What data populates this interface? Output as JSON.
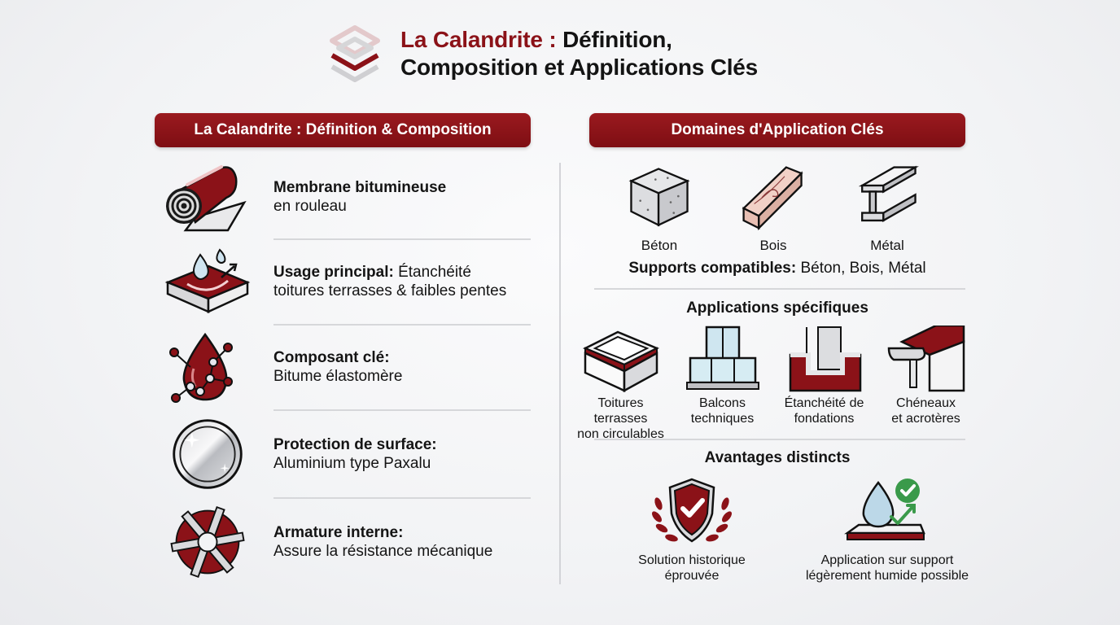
{
  "header": {
    "title_accent": "La Calandrite :",
    "title_rest_line1": " Définition,",
    "title_line2": "Composition et Applications Clés",
    "logo_icon": "stacked-layers-icon"
  },
  "colors": {
    "accent": "#8b1218",
    "background": "#f2f3f5",
    "divider": "#d3d4d8",
    "success": "#3a9a4a"
  },
  "left_section": {
    "title": "La Calandrite : Définition & Composition",
    "items": [
      {
        "icon": "membrane-roll-icon",
        "bold": "Membrane bitumineuse",
        "text": "en rouleau"
      },
      {
        "icon": "waterproof-roof-icon",
        "bold": "Usage principal:",
        "text_inline": " Étanchéité",
        "text": "toitures terrasses & faibles pentes"
      },
      {
        "icon": "bitumen-molecule-drop-icon",
        "bold": "Composant clé:",
        "text": "Bitume élastomère"
      },
      {
        "icon": "aluminium-disc-icon",
        "bold": "Protection de surface:",
        "text": "Aluminium type Paxalu"
      },
      {
        "icon": "woven-armature-gear-icon",
        "bold": "Armature interne:",
        "text": "Assure la résistance mécanique"
      }
    ]
  },
  "right_section": {
    "title": "Domaines d'Application Clés",
    "supports": [
      {
        "icon": "concrete-cube-icon",
        "label": "Béton"
      },
      {
        "icon": "wood-plank-icon",
        "label": "Bois"
      },
      {
        "icon": "steel-beam-icon",
        "label": "Métal"
      }
    ],
    "supports_line": {
      "bold": "Supports compatibles:",
      "text": " Béton, Bois, Métal"
    },
    "applications_title": "Applications spécifiques",
    "applications": [
      {
        "icon": "flat-roof-icon",
        "line1": "Toitures terrasses",
        "line2": "non circulables"
      },
      {
        "icon": "balcony-icon",
        "line1": "Balcons",
        "line2": "techniques"
      },
      {
        "icon": "foundation-waterproofing-icon",
        "line1": "Étanchéité de",
        "line2": "fondations"
      },
      {
        "icon": "gutter-parapet-icon",
        "line1": "Chéneaux",
        "line2": "et acrotères"
      }
    ],
    "advantages_title": "Avantages distincts",
    "advantages": [
      {
        "icon": "shield-laurel-check-icon",
        "line1": "Solution historique",
        "line2": "éprouvée"
      },
      {
        "icon": "water-drop-check-icon",
        "line1": "Application sur support",
        "line2": "légèrement humide possible"
      }
    ]
  }
}
